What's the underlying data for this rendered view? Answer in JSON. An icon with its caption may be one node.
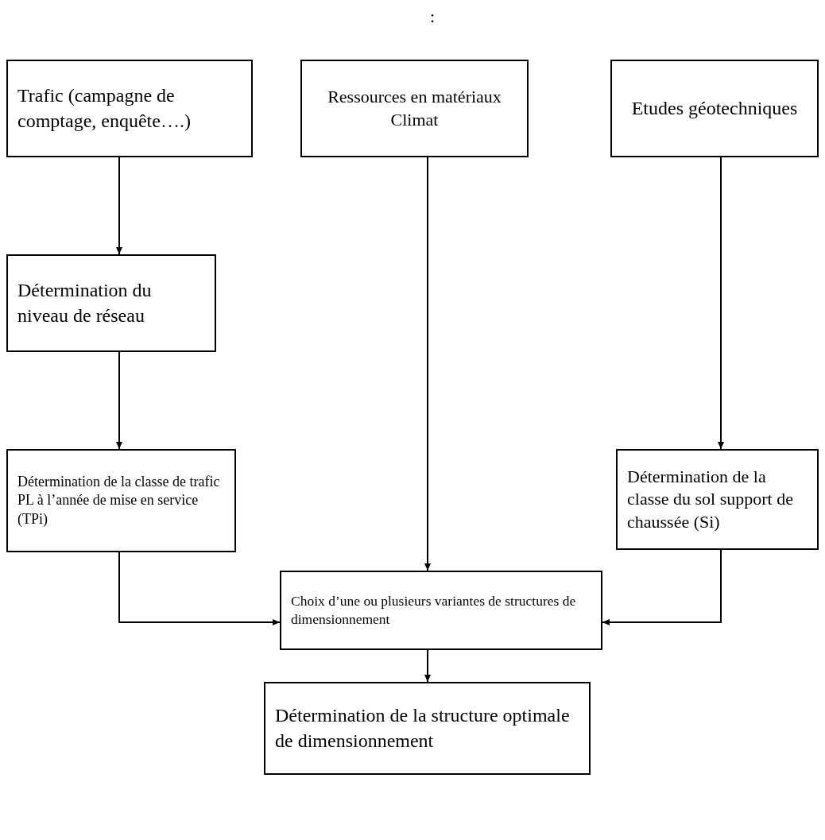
{
  "diagram": {
    "nodes": [
      {
        "text": [
          "Trafic (campagne de comptage, enquête….)"
        ]
      },
      {
        "text": [
          "Ressources en matériaux Climat"
        ]
      },
      {
        "text": [
          "Etudes géotechniques"
        ]
      },
      {
        "text": [
          "Détermination du niveau de réseau"
        ]
      },
      {
        "text": [
          "Détermination de la classe de trafic PL à l’année de mise en service (TPi)"
        ]
      },
      {
        "text": [
          "Détermination de la classe du sol support de chaussée (Si)"
        ]
      },
      {
        "text": [
          "Choix d’une ou plusieurs variantes de structures de dimensionnement"
        ]
      },
      {
        "text": [
          "Détermination de la structure optimale de dimensionnement"
        ]
      }
    ],
    "edges": [
      {
        "from": 0,
        "to": 3,
        "arrow": "to"
      },
      {
        "from": 3,
        "to": 4,
        "arrow": "to"
      },
      {
        "from": 1,
        "to": 6,
        "arrow": "to"
      },
      {
        "from": 2,
        "to": 5,
        "arrow": "to"
      },
      {
        "from": 4,
        "to": 6,
        "arrow": "to"
      },
      {
        "from": 5,
        "to": 6,
        "arrow": "to"
      },
      {
        "from": 6,
        "to": 7,
        "arrow": "to"
      }
    ],
    "labels": [
      ":"
    ]
  }
}
